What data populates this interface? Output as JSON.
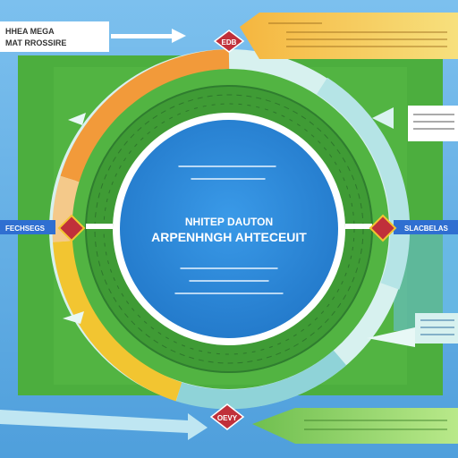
{
  "colors": {
    "sky": "#5ea9e3",
    "field": "#4cae3e",
    "field_dark": "#2f7d2f",
    "ring_orange": "#f29a3a",
    "ring_yellow": "#f2c531",
    "ring_teal": "#8fd3d8",
    "ring_pale": "#d7f1ef",
    "center_blue": "#2f8fe0",
    "badge_red": "#c0303a",
    "banner_blue": "#2f6fd1",
    "arrow_yellow": "#f3d35a",
    "arrow_green": "#9edb6a"
  },
  "diagram": {
    "center_title_line1": "NHITEP DAUTON",
    "center_title_line2": "ARPENHNGH AHTECEUIT",
    "top_badge": "EDB",
    "bottom_badge": "OEVY",
    "top_left_label_line1": "HHEA MEGA",
    "top_left_label_line2": "MAT RROSSIRE",
    "left_banner_label": "FECHSEGS",
    "right_banner_label": "SLACBELAS"
  }
}
